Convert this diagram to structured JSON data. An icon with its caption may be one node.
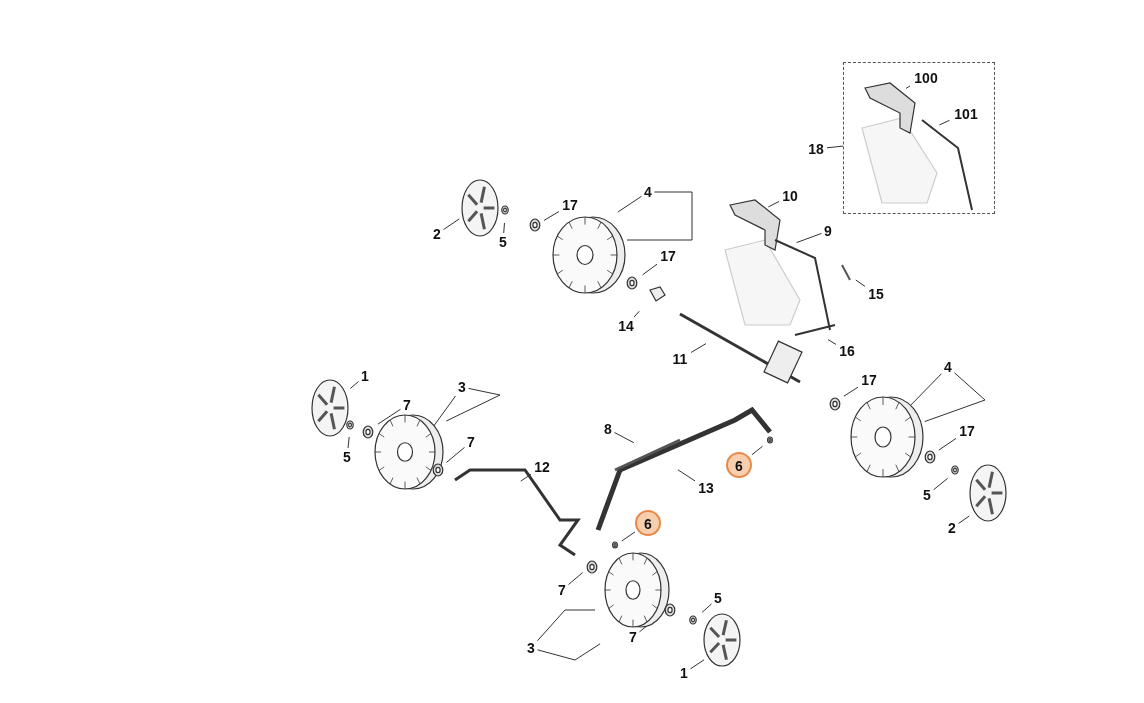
{
  "diagram": {
    "nodes": [
      {
        "text": [],
        "shape": "box"
      },
      {
        "text": [
          "100"
        ],
        "in": 0
      },
      {
        "text": [
          "101"
        ],
        "in": 0
      },
      {
        "text": [
          "18"
        ]
      },
      {
        "text": [
          "10"
        ]
      },
      {
        "text": [
          "17"
        ]
      },
      {
        "text": [
          "4"
        ]
      },
      {
        "text": [
          "9"
        ]
      },
      {
        "text": [
          "2"
        ]
      },
      {
        "text": [
          "5"
        ]
      },
      {
        "text": [
          "17"
        ]
      },
      {
        "text": [
          "15"
        ]
      },
      {
        "text": [
          "14"
        ]
      },
      {
        "text": [
          "16"
        ]
      },
      {
        "text": [
          "11"
        ]
      },
      {
        "text": [
          "1"
        ]
      },
      {
        "text": [
          "4"
        ]
      },
      {
        "text": [
          "17"
        ]
      },
      {
        "text": [
          "3"
        ]
      },
      {
        "text": [
          "7"
        ]
      },
      {
        "text": [
          "8"
        ]
      },
      {
        "text": [
          "17"
        ]
      },
      {
        "text": [
          "7"
        ]
      },
      {
        "text": [
          "5"
        ]
      },
      {
        "text": [
          "6"
        ]
      },
      {
        "text": [
          "12"
        ]
      },
      {
        "text": [
          "13"
        ]
      },
      {
        "text": [
          "5"
        ]
      },
      {
        "text": [
          "6"
        ]
      },
      {
        "text": [
          "2"
        ]
      },
      {
        "text": [
          "7"
        ]
      },
      {
        "text": [
          "5"
        ]
      },
      {
        "text": [
          "7"
        ]
      },
      {
        "text": [
          "3"
        ]
      },
      {
        "text": [
          "1"
        ]
      }
    ],
    "edges": [
      {
        "from": 1,
        "to": null,
        "arrow": "none"
      },
      {
        "from": 2,
        "to": null,
        "arrow": "none"
      },
      {
        "from": 3,
        "to": 0,
        "arrow": "none"
      },
      {
        "from": 4,
        "to": null,
        "arrow": "none"
      },
      {
        "from": 5,
        "to": null,
        "arrow": "none"
      },
      {
        "from": 6,
        "to": null,
        "arrow": "none"
      },
      {
        "from": 7,
        "to": null,
        "arrow": "none"
      },
      {
        "from": 8,
        "to": null,
        "arrow": "none"
      },
      {
        "from": 9,
        "to": null,
        "arrow": "none"
      },
      {
        "from": 10,
        "to": null,
        "arrow": "none"
      },
      {
        "from": 11,
        "to": null,
        "arrow": "none"
      },
      {
        "from": 12,
        "to": null,
        "arrow": "none"
      },
      {
        "from": 13,
        "to": null,
        "arrow": "none"
      },
      {
        "from": 14,
        "to": null,
        "arrow": "none"
      },
      {
        "from": 15,
        "to": null,
        "arrow": "none"
      },
      {
        "from": 16,
        "to": null,
        "arrow": "none"
      },
      {
        "from": 17,
        "to": null,
        "arrow": "none"
      },
      {
        "from": 18,
        "to": null,
        "arrow": "none"
      },
      {
        "from": 19,
        "to": null,
        "arrow": "none"
      },
      {
        "from": 20,
        "to": null,
        "arrow": "none"
      },
      {
        "from": 21,
        "to": null,
        "arrow": "none"
      },
      {
        "from": 22,
        "to": null,
        "arrow": "none"
      },
      {
        "from": 23,
        "to": null,
        "arrow": "none"
      },
      {
        "from": 24,
        "to": null,
        "arrow": "none"
      },
      {
        "from": 25,
        "to": null,
        "arrow": "none"
      },
      {
        "from": 26,
        "to": null,
        "arrow": "none"
      },
      {
        "from": 27,
        "to": null,
        "arrow": "none"
      },
      {
        "from": 28,
        "to": null,
        "arrow": "none"
      },
      {
        "from": 29,
        "to": null,
        "arrow": "none"
      },
      {
        "from": 30,
        "to": null,
        "arrow": "none"
      },
      {
        "from": 31,
        "to": null,
        "arrow": "none"
      },
      {
        "from": 32,
        "to": null,
        "arrow": "none"
      },
      {
        "from": 33,
        "to": null,
        "arrow": "none"
      },
      {
        "from": 34,
        "to": null,
        "arrow": "none"
      },
      {
        "from": 6,
        "to": null,
        "arrow": "none"
      },
      {
        "from": 16,
        "to": null,
        "arrow": "none"
      },
      {
        "from": 18,
        "to": null,
        "arrow": "none"
      },
      {
        "from": 33,
        "to": null,
        "arrow": "none"
      }
    ]
  }
}
